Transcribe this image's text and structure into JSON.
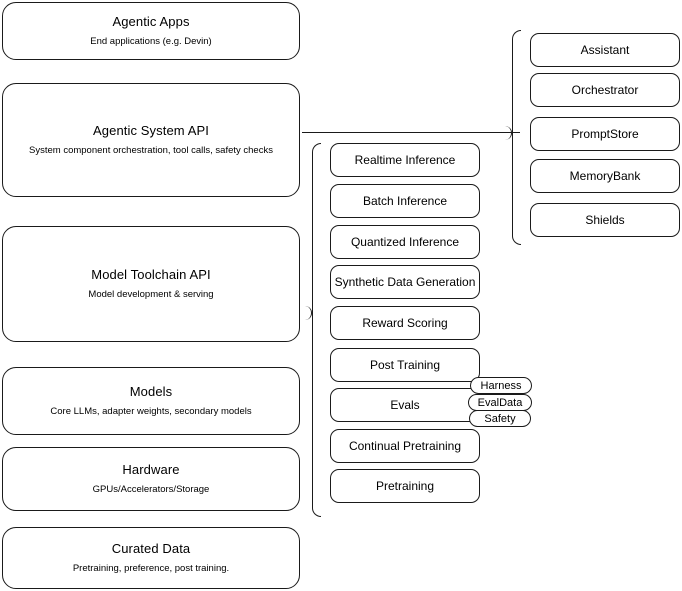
{
  "diagram": {
    "title": "Agentic stack layered architecture",
    "colors": {
      "stroke": "#1a1a1a",
      "background": "#ffffff",
      "text": "#000000"
    },
    "layers": [
      {
        "title": "Agentic Apps",
        "subtitle": "End applications (e.g. Devin)"
      },
      {
        "title": "Agentic System API",
        "subtitle": "System component orchestration, tool calls, safety checks"
      },
      {
        "title": "Model Toolchain API",
        "subtitle": "Model development & serving"
      },
      {
        "title": "Models",
        "subtitle": "Core LLMs, adapter weights, secondary models"
      },
      {
        "title": "Hardware",
        "subtitle": "GPUs/Accelerators/Storage"
      },
      {
        "title": "Curated Data",
        "subtitle": "Pretraining, preference, post training."
      }
    ],
    "toolchain_items": [
      {
        "label": "Realtime Inference"
      },
      {
        "label": "Batch Inference"
      },
      {
        "label": "Quantized Inference"
      },
      {
        "label": "Synthetic Data Generation"
      },
      {
        "label": "Reward Scoring"
      },
      {
        "label": "Post Training"
      },
      {
        "label": "Evals"
      },
      {
        "label": "Continual Pretraining"
      },
      {
        "label": "Pretraining"
      }
    ],
    "eval_tags": [
      {
        "label": "Harness"
      },
      {
        "label": "EvalData"
      },
      {
        "label": "Safety"
      }
    ],
    "system_items": [
      {
        "label": "Assistant"
      },
      {
        "label": "Orchestrator"
      },
      {
        "label": "PromptStore"
      },
      {
        "label": "MemoryBank"
      },
      {
        "label": "Shields"
      }
    ]
  }
}
